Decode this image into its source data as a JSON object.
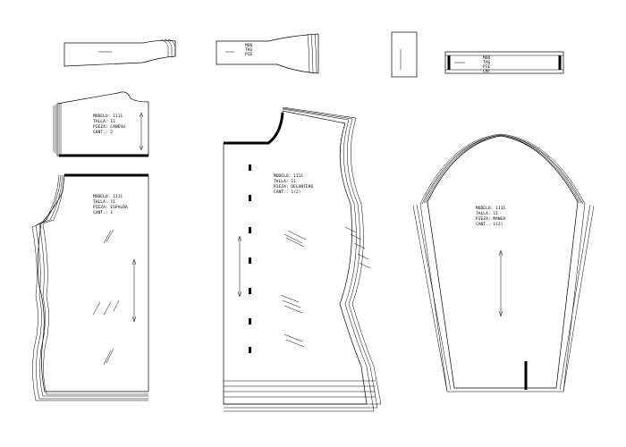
{
  "pieces": {
    "collar_band": {
      "lines": [
        "",
        "",
        ""
      ],
      "mark": ""
    },
    "collar": {
      "lines": [
        "MOD",
        "TAG",
        "PIE"
      ]
    },
    "small_tab": {
      "label": ""
    },
    "cuff": {
      "lines": [
        "MOD",
        "TAG",
        "PIE",
        "CNT"
      ]
    },
    "yoke": {
      "lines": [
        "MODELO: 1111",
        "TALLA: 11",
        "PIEZA: CANESU",
        "CANT.: 2"
      ]
    },
    "front": {
      "lines": [
        "MODELO: 1111",
        "TALLA: 11",
        "PIEZA: DELANTERO",
        "CANT.: 1(2)"
      ]
    },
    "back": {
      "lines": [
        "MODELO: 1111",
        "TALLA: 11",
        "PIEZA: ESPALDA",
        "CANT.: 1"
      ]
    },
    "sleeve": {
      "lines": [
        "MODELO: 1111",
        "TALLA: 11",
        "PIEZA: MANGA",
        "CANT.: 1(2)"
      ]
    }
  }
}
